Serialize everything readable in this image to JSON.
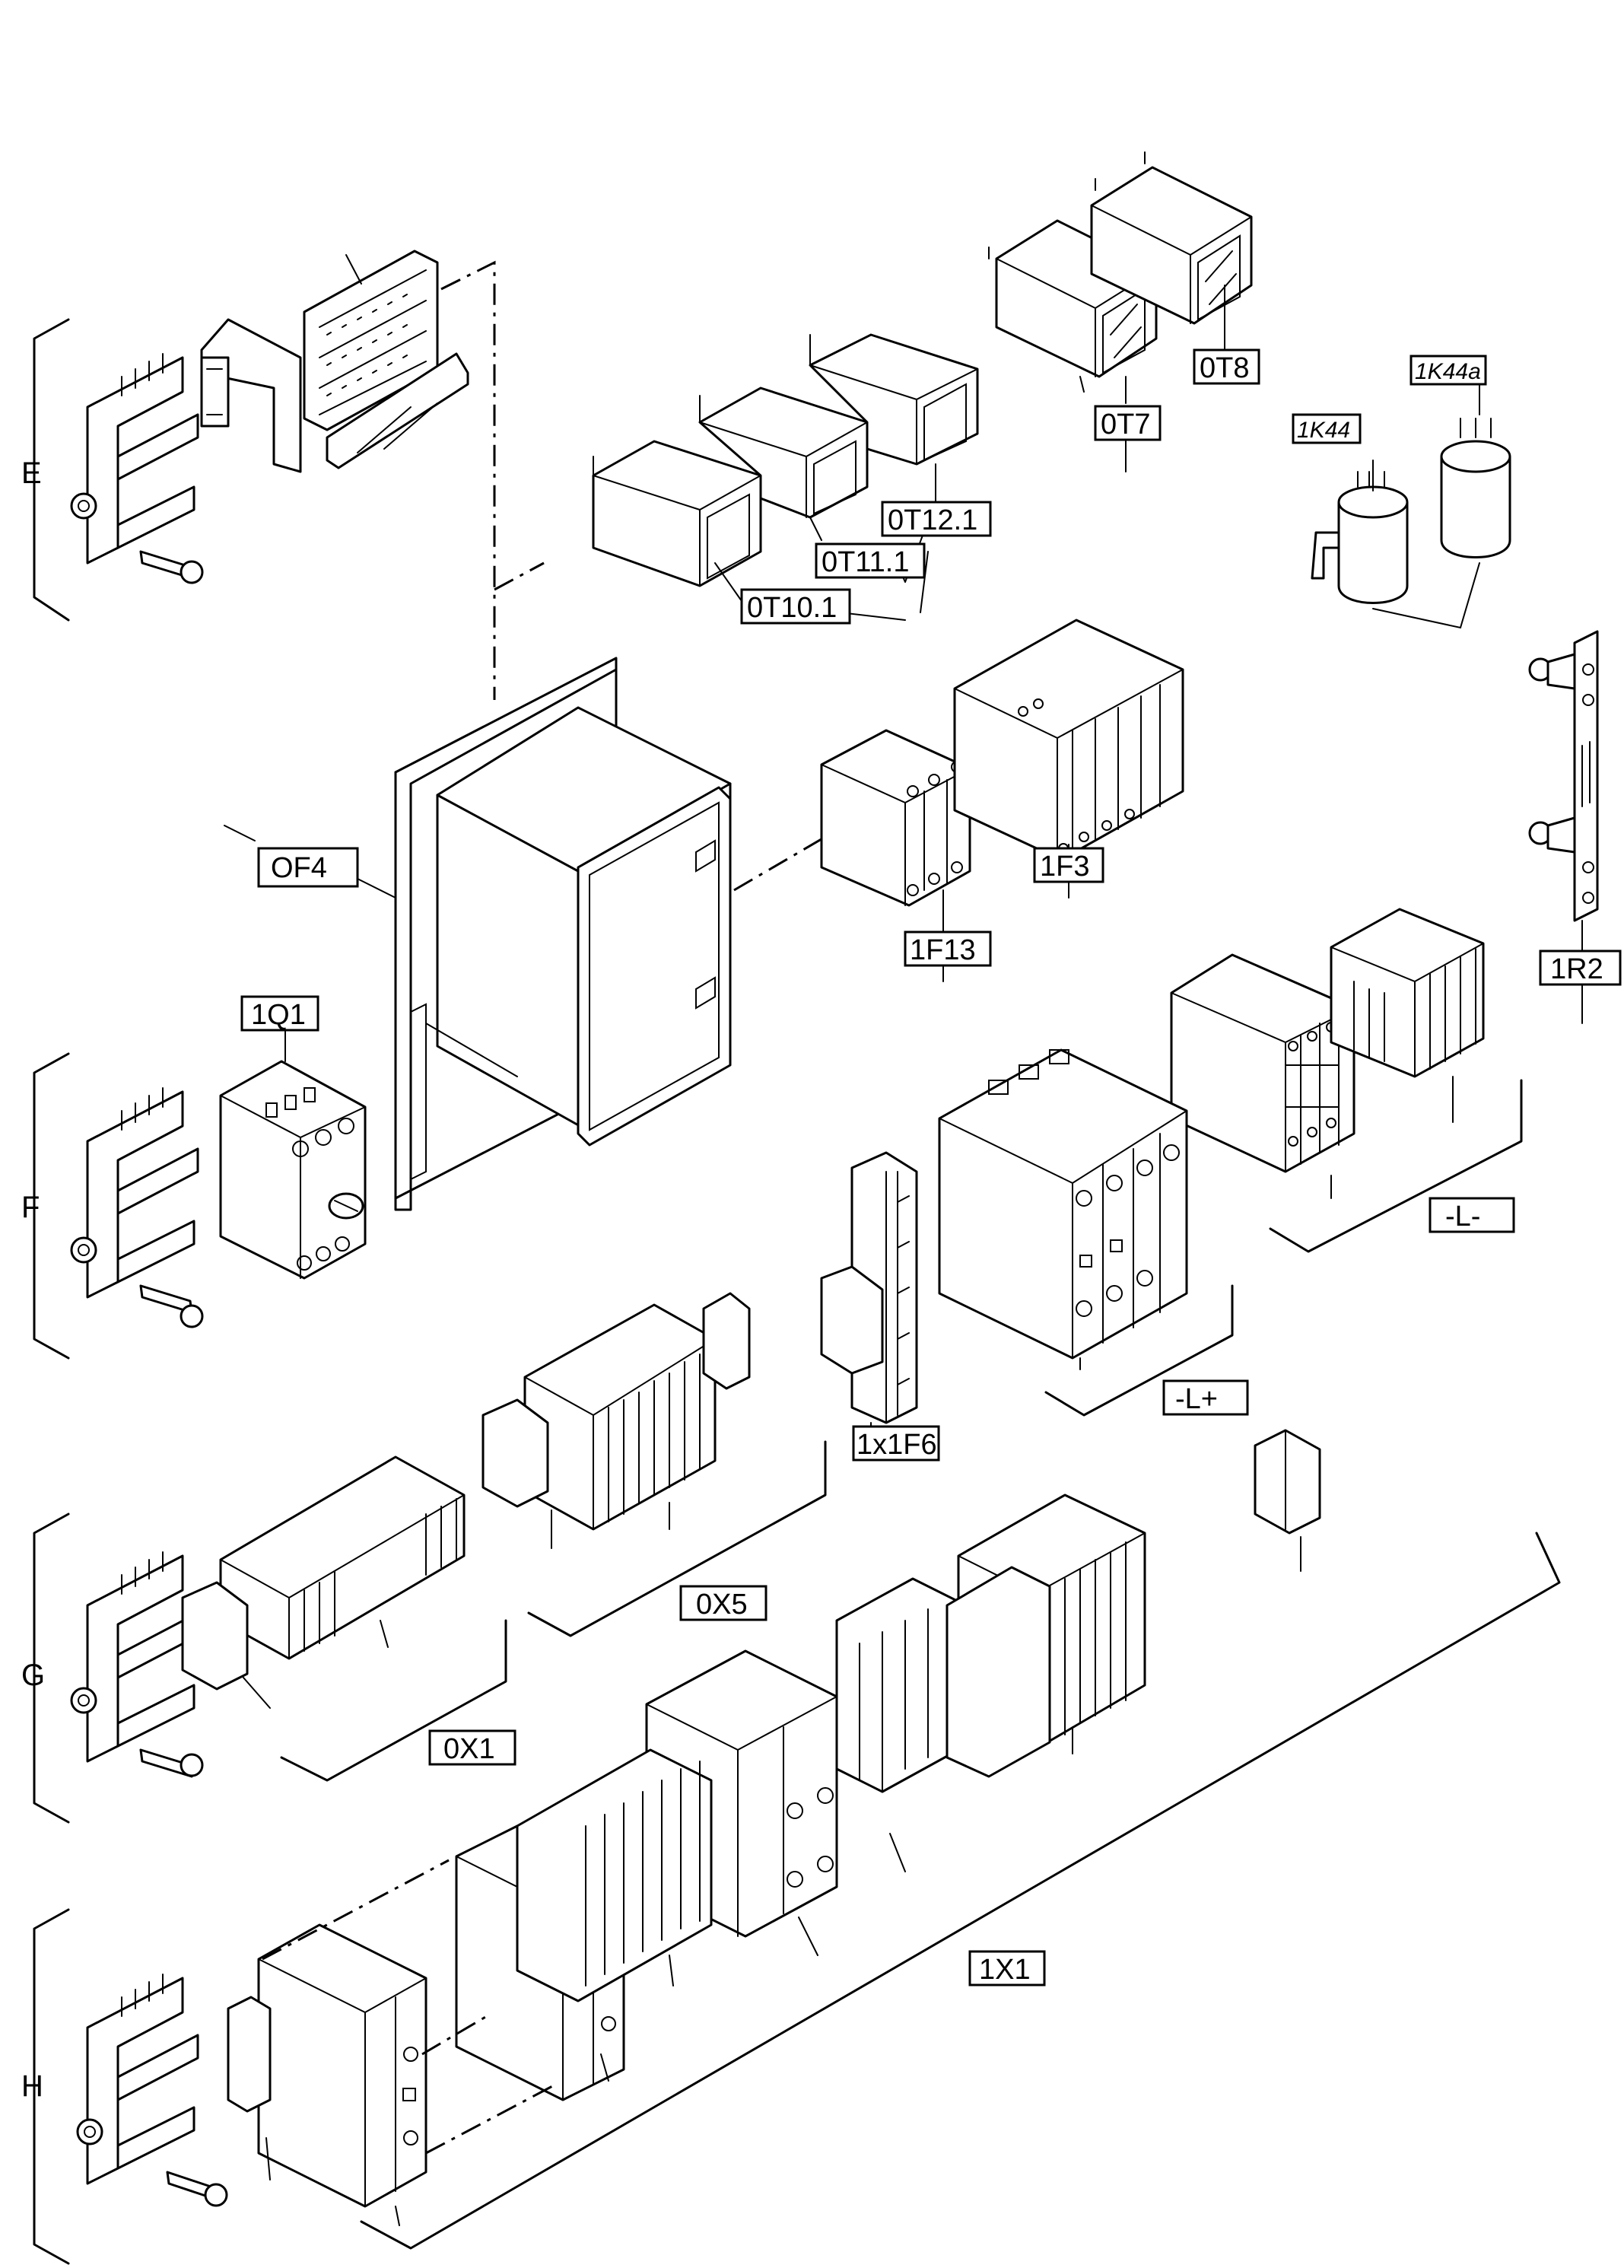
{
  "rows": [
    {
      "id": "E",
      "label": "E"
    },
    {
      "id": "F",
      "label": "F"
    },
    {
      "id": "G",
      "label": "G"
    },
    {
      "id": "H",
      "label": "H"
    }
  ],
  "labels": {
    "ot8": "0T8",
    "ot7": "0T7",
    "ot12": "0T12.1",
    "ot11": "0T11.1",
    "ot10": "0T10.1",
    "k44": "1K44",
    "k44a": "1K44a",
    "of4": "OF4",
    "f3": "1F3",
    "f13": "1F13",
    "r2": "1R2",
    "q1": "1Q1",
    "lminus": "-L-",
    "lplus": "-L+",
    "x1f6": "1x1F6",
    "ox5": "0X5",
    "ox1": "0X1",
    "x1": "1X1"
  }
}
